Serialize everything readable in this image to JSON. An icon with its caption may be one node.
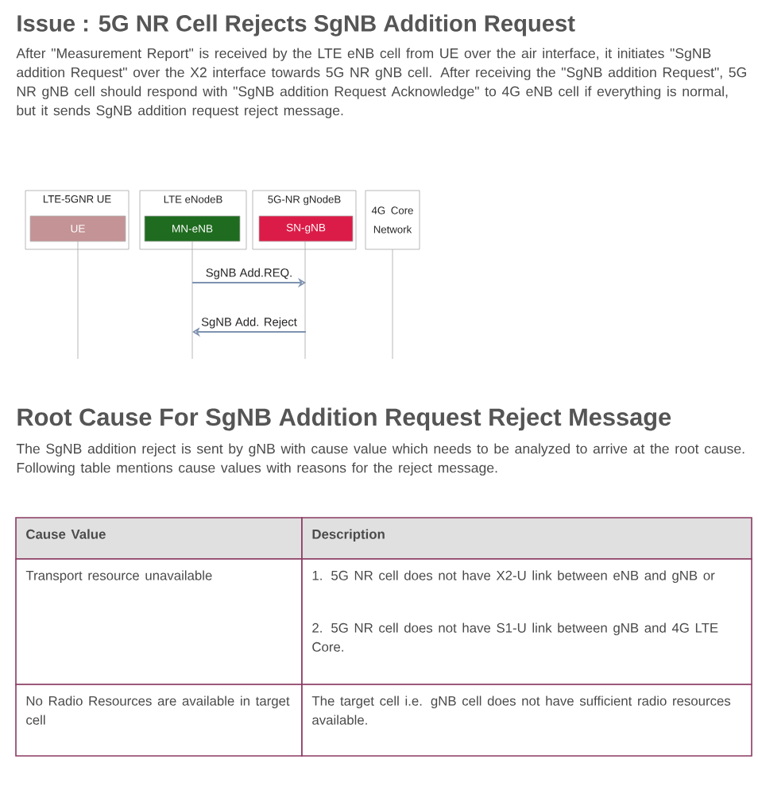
{
  "diagram": {
    "title": "Issue : 5G NR Cell Rejects SgNB Addition Request",
    "nodes": [
      {
        "text": [
          "LTE-5GNR UE"
        ]
      },
      {
        "text": [
          "UE"
        ],
        "in": 0
      },
      {
        "text": [
          "LTE eNodeB"
        ]
      },
      {
        "text": [
          "MN-eNB"
        ],
        "in": 2
      },
      {
        "text": [
          "5G-NR gNodeB"
        ]
      },
      {
        "text": [
          "SN-gNB"
        ],
        "in": 4
      },
      {
        "text": [
          "4G Core Network"
        ]
      }
    ],
    "edges": [
      {
        "from": 3,
        "to": 5,
        "arrow": "to",
        "label": "SgNB Add.REQ."
      },
      {
        "from": 5,
        "to": 3,
        "arrow": "to",
        "label": "SgNB Add. Reject"
      }
    ],
    "labels": [
      "After \"Measurement Report\" is received by the LTE eNB cell from UE over the air interface, it initiates \"SgNB addition Request\" over the X2 interface towards 5G NR gNB cell. After receiving the \"SgNB addition Request\", 5G NR gNB cell should respond with \"SgNB addition Request Acknowledge\" to 4G eNB cell if everything is normal, but it sends SgNB addition request reject message.",
      "Root Cause For SgNB Addition Request Reject Message",
      "The SgNB addition reject is sent by gNB with cause value which needs to be analyzed to arrive at the root cause. Following table mentions cause values with reasons for the reject message.",
      "Cause Value",
      "Description",
      "Transport resource unavailable",
      "1. 5G NR cell does not have X2-U link between eNB and gNB or",
      "2. 5G NR cell does not have S1-U link between gNB and 4G LTE Core.",
      "No Radio Resources are available in target cell",
      "The target cell i.e. gNB cell does not have sufficient radio resources available."
    ]
  }
}
